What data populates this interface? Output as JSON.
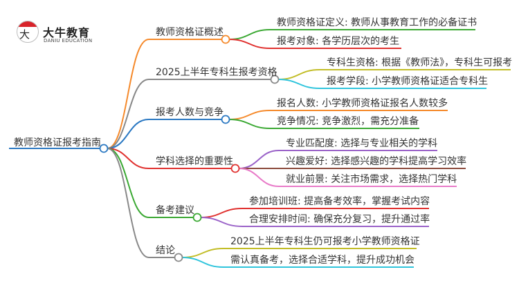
{
  "logo": {
    "name": "大牛教育",
    "subtitle": "DANIU EDUCATION",
    "mark": "大牛"
  },
  "root": {
    "label": "教师资格证报考指南",
    "color": "#2a78c2"
  },
  "branches": [
    {
      "label": "教师资格证概述",
      "color": "#f5892a",
      "children": [
        {
          "label": "教师资格证定义: 教师从事教育工作的必备证书",
          "color": "#3aa832"
        },
        {
          "label": "报考对象: 各学历层次的考生",
          "color": "#e0302e"
        }
      ]
    },
    {
      "label": "2025上半年专科生报考资格",
      "color": "#888888",
      "children": [
        {
          "label": "专科生资格: 根据《教师法》，专科生可报考",
          "color": "#c2bd26"
        },
        {
          "label": "报考学段: 小学教师资格证适合专科生",
          "color": "#2ec4dc"
        }
      ]
    },
    {
      "label": "报考人数与竞争",
      "color": "#2a78c2",
      "children": [
        {
          "label": "报名人数: 小学教师资格证报名人数较多",
          "color": "#f5892a"
        },
        {
          "label": "竞争情况: 竞争激烈，需充分准备",
          "color": "#3aa832"
        }
      ]
    },
    {
      "label": "学科选择的重要性",
      "color": "#e0302e",
      "children": [
        {
          "label": "专业匹配度: 选择与专业相关的学科",
          "color": "#9a62c8"
        },
        {
          "label": "兴趣爱好: 选择感兴趣的学科提高学习效率",
          "color": "#8b4a3c"
        },
        {
          "label": "就业前景: 关注市场需求，选择热门学科",
          "color": "#e87ac8"
        }
      ]
    },
    {
      "label": "备考建议",
      "color": "#3aa832",
      "children": [
        {
          "label": "参加培训班: 提高备考效率，掌握考试内容",
          "color": "#e0302e"
        },
        {
          "label": "合理安排时间: 确保充分复习，提升通过率",
          "color": "#9a62c8"
        }
      ]
    },
    {
      "label": "结论",
      "color": "#888888",
      "children": [
        {
          "label": "2025上半年专科生仍可报考小学教师资格证",
          "color": "#c2bd26"
        },
        {
          "label": "需认真备考，选择合适学科，提升成功机会",
          "color": "#2ec4dc"
        }
      ]
    }
  ]
}
